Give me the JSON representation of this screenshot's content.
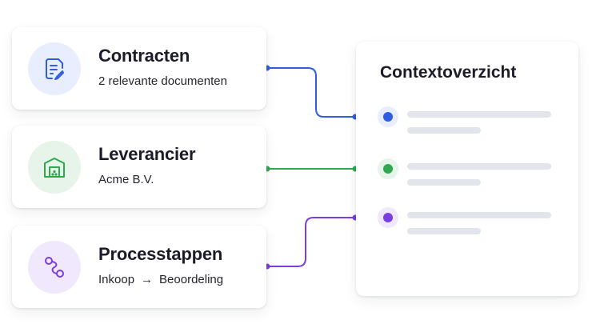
{
  "sources": [
    {
      "title": "Contracten",
      "subtitle": "2 relevante documenten",
      "icon": "document-edit-icon",
      "color": "#2f5fe0",
      "tint": "#e8eefd"
    },
    {
      "title": "Leverancier",
      "subtitle": "Acme B.V.",
      "icon": "warehouse-icon",
      "color": "#2fa84f",
      "tint": "#e6f4ea"
    },
    {
      "title": "Processtappen",
      "subtitle_from": "Inkoop",
      "subtitle_arrow": "→",
      "subtitle_to": "Beoordeling",
      "icon": "route-icon",
      "color": "#7a3fe0",
      "tint": "#f0e8fc"
    }
  ],
  "context": {
    "title": "Contextoverzicht"
  },
  "colors": {
    "blue": "#2f5fe0",
    "green": "#2fa84f",
    "purple": "#7a3fe0",
    "placeholder_bar": "#e3e5ec"
  }
}
